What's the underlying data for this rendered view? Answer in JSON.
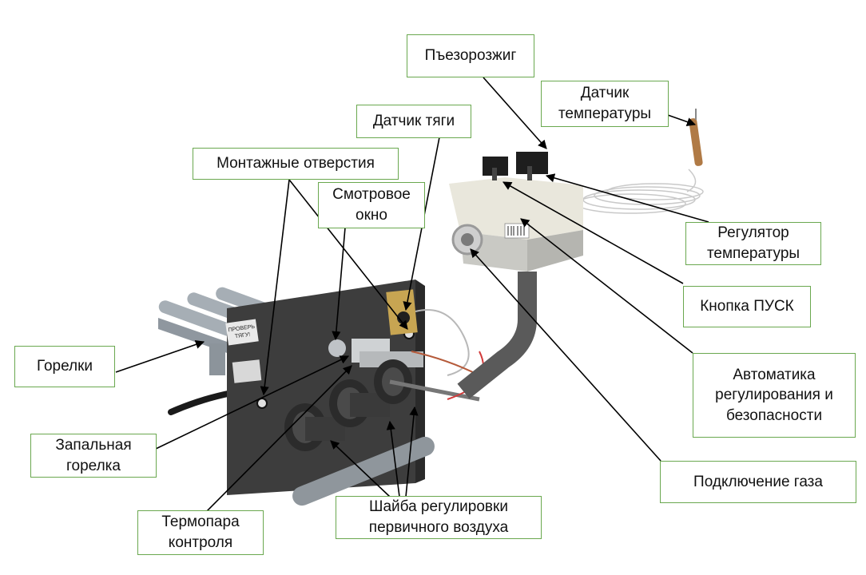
{
  "labels": {
    "piezo": "Пъезорозжиг",
    "temp_sensor": "Датчик\nтемпературы",
    "draft_sensor": "Датчик тяги",
    "mount_holes": "Монтажные отверстия",
    "view_window": "Смотровое\nокно",
    "temp_regulator": "Регулятор\nтемпературы",
    "start_button": "Кнопка ПУСК",
    "burners": "Горелки",
    "automation": "Автоматика\nрегулирования и\nбезопасности",
    "pilot_burner": "Запальная\nгорелка",
    "gas_connection": "Подключение газа",
    "thermocouple": "Термопара\nконтроля",
    "air_washer": "Шайба регулировки\nпервичного воздуха"
  },
  "plate_sticker": "ПРОВЕРЬ\nТЯГУ!",
  "colors": {
    "label_border": "#6aa84f",
    "leader_line": "#000000",
    "plate": "#3d3d3d",
    "valve_body": "#e9e7dc",
    "burner_tube": "#9aa3ab",
    "gas_pipe": "#5a5a5a"
  }
}
